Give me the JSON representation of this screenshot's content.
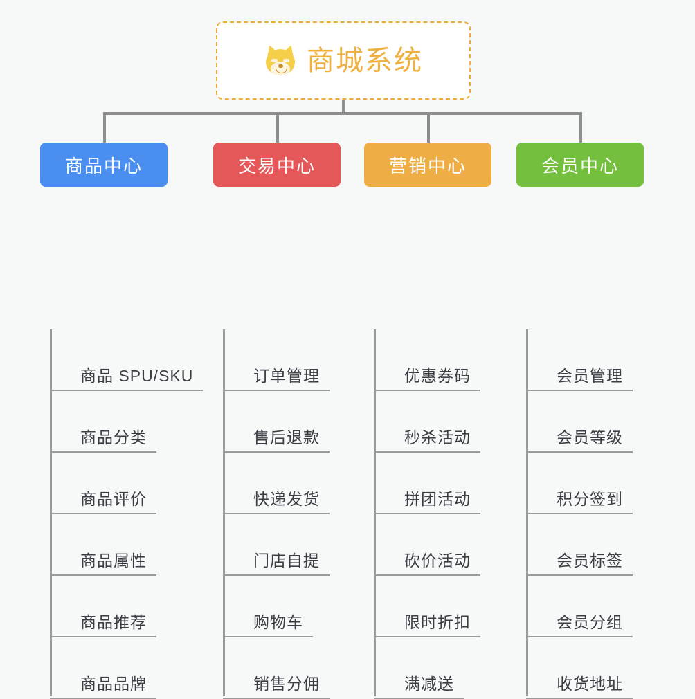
{
  "root": {
    "title": "商城系统",
    "icon": "dog-face-icon",
    "border_color": "#edab3d",
    "text_color": "#eeb03f",
    "background": "#ffffff"
  },
  "canvas": {
    "background": "#f7f8f8",
    "connector_color": "#8d8d8d"
  },
  "columns": [
    {
      "id": "product-center",
      "title": "商品中心",
      "color": "#4a8ef0",
      "items": [
        "商品 SPU/SKU",
        "商品分类",
        "商品评价",
        "商品属性",
        "商品推荐",
        "商品品牌"
      ]
    },
    {
      "id": "trade-center",
      "title": "交易中心",
      "color": "#e4585a",
      "items": [
        "订单管理",
        "售后退款",
        "快递发货",
        "门店自提",
        "购物车",
        "销售分佣"
      ]
    },
    {
      "id": "marketing-center",
      "title": "营销中心",
      "color": "#eeae45",
      "items": [
        "优惠券码",
        "秒杀活动",
        "拼团活动",
        "砍价活动",
        "限时折扣",
        "满减送"
      ]
    },
    {
      "id": "member-center",
      "title": "会员中心",
      "color": "#74c03e",
      "items": [
        "会员管理",
        "会员等级",
        "积分签到",
        "会员标签",
        "会员分组",
        "收货地址"
      ]
    }
  ]
}
